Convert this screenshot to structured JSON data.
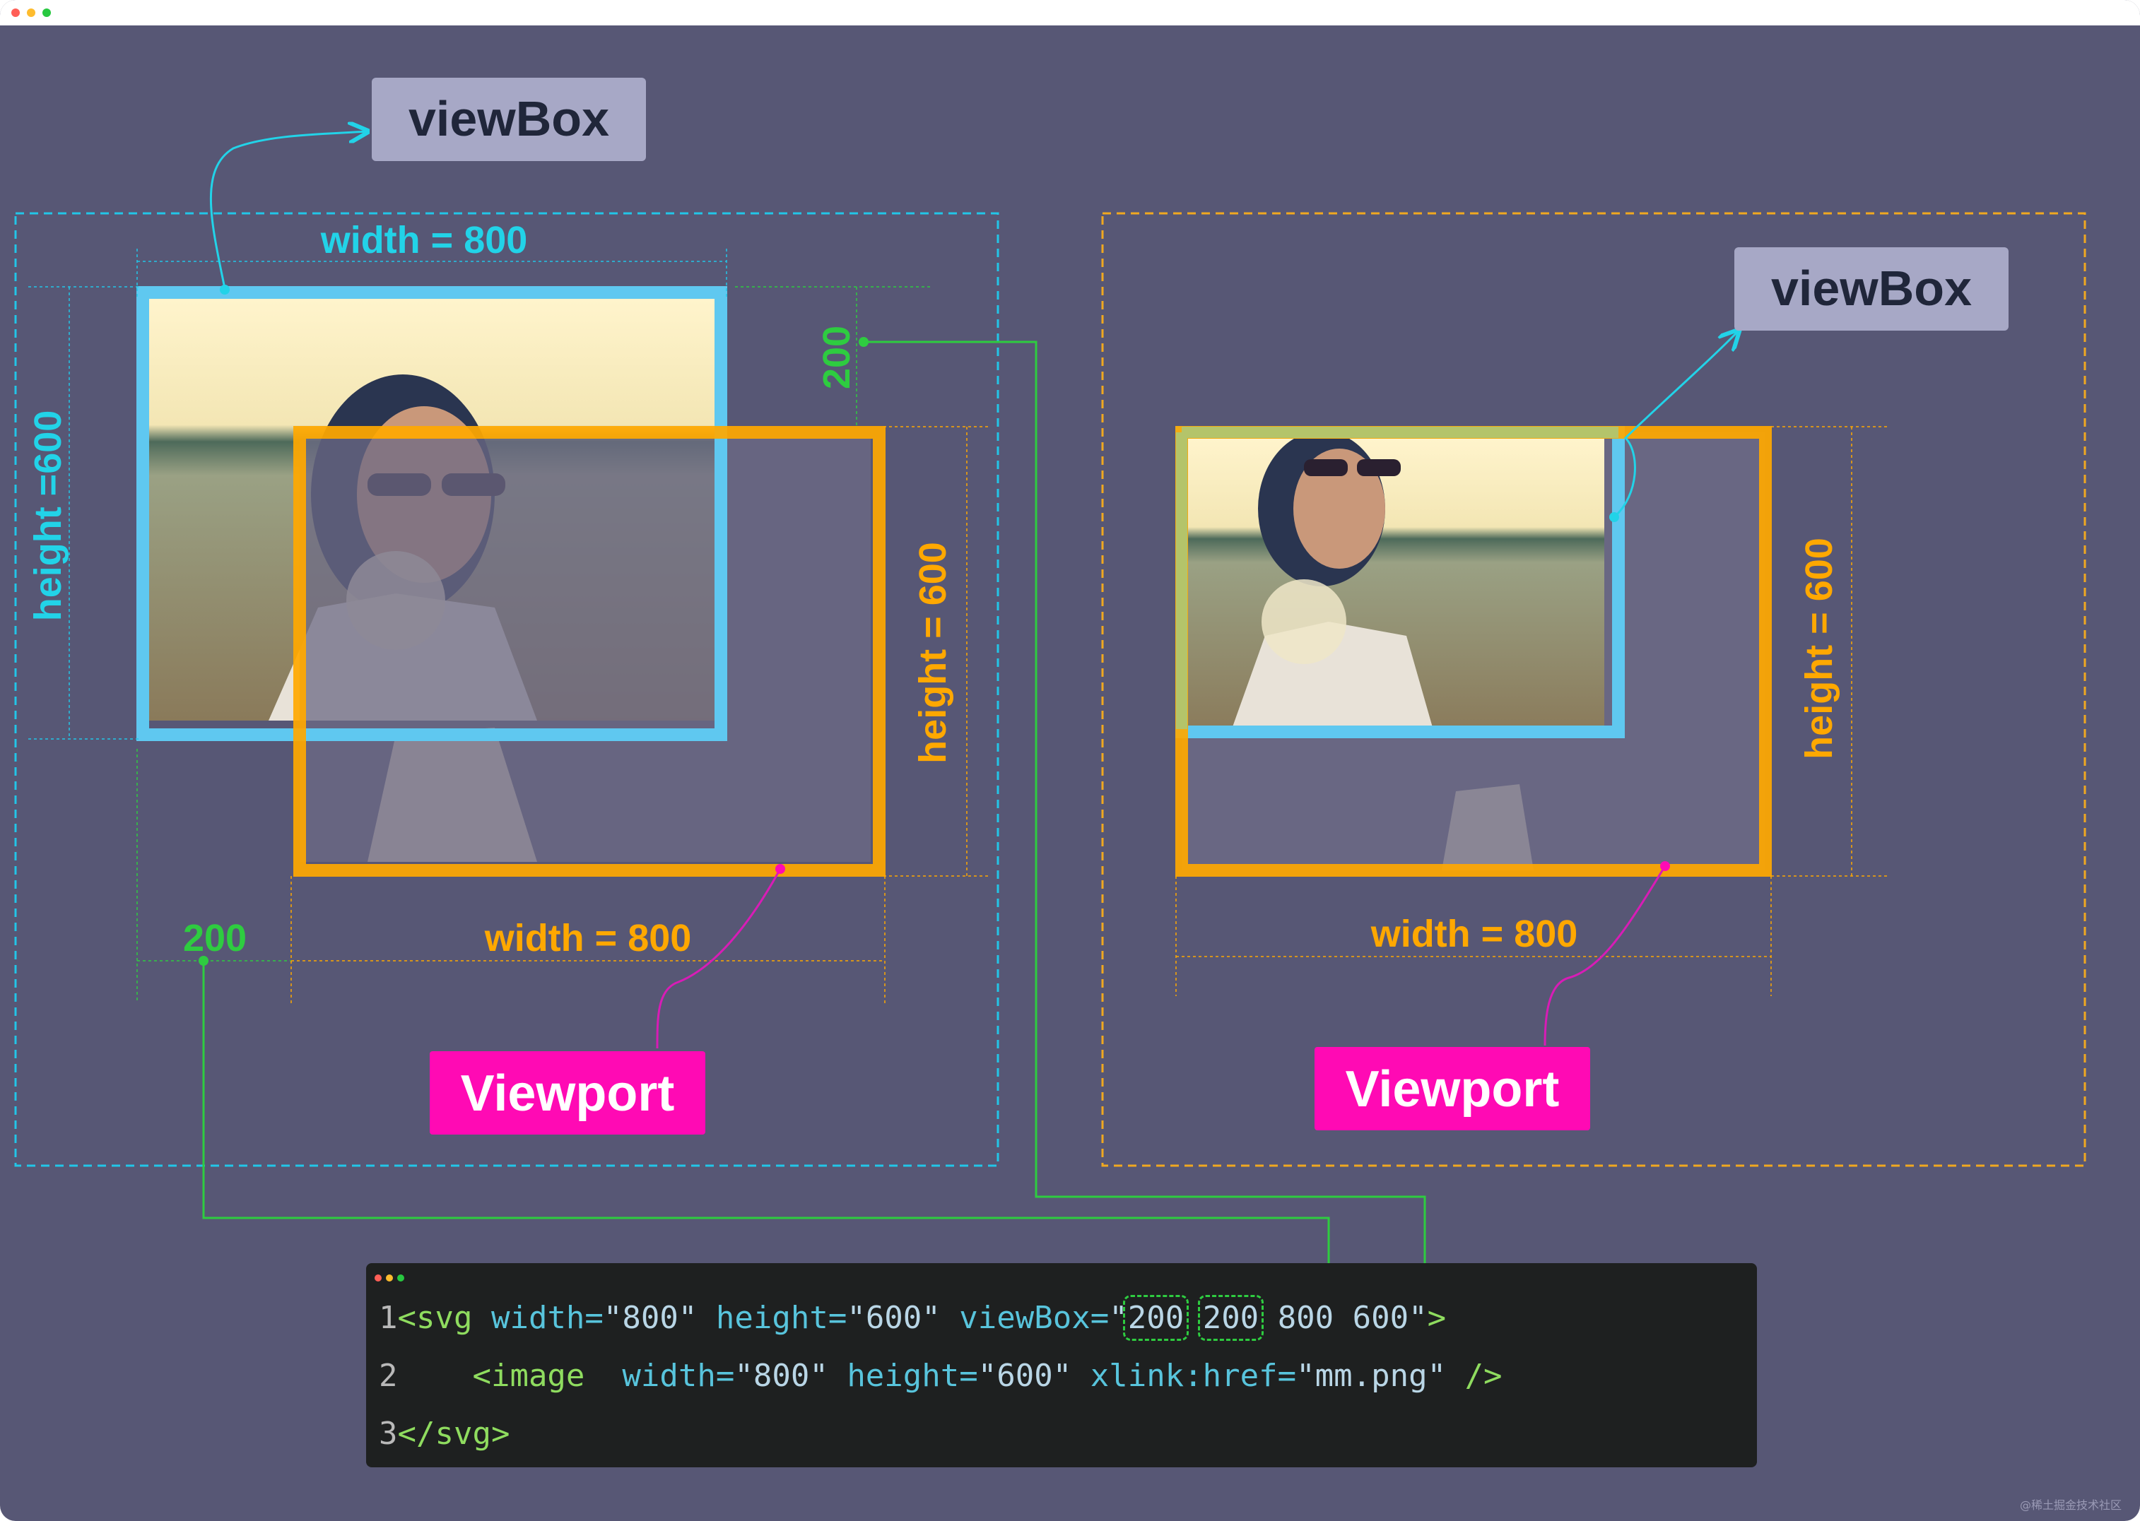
{
  "colors": {
    "background": "#575775",
    "viewbox_blue": "#5fc8f0",
    "viewport_orange": "#ffa800",
    "annotation_green": "#2ecc40",
    "annotation_cyan": "#22d3e8",
    "viewport_pink": "#ff0ab4",
    "label_box": "#a7a8c6"
  },
  "left_panel": {
    "viewbox_label": "viewBox",
    "viewbox_width_label": "width = 800",
    "viewbox_height_label": "height =600",
    "offset_y_label": "200",
    "offset_x_label": "200",
    "viewport_width_label": "width = 800",
    "viewport_height_label": "height = 600",
    "viewport_label": "Viewport"
  },
  "right_panel": {
    "viewbox_label": "viewBox",
    "viewport_width_label": "width = 800",
    "viewport_height_label": "height = 600",
    "viewport_label": "Viewport"
  },
  "code": {
    "line1": {
      "num": "1",
      "open": "<svg",
      "w_attr": "width",
      "w_val": "\"800\"",
      "h_attr": "height",
      "h_val": "\"600\"",
      "vb_attr": "viewBox",
      "vb_open": "\"",
      "vb_x": "200",
      "vb_y": "200",
      "vb_rest": "800 600\"",
      "close": ">"
    },
    "line2": {
      "num": "2",
      "open": "<image",
      "w_attr": "width",
      "w_val": "\"800\"",
      "h_attr": "height",
      "h_val": "\"600\"",
      "href_ns": "xlink",
      "href_attr": "href",
      "href_val": "\"mm.png\"",
      "close": "/>"
    },
    "line3": {
      "num": "3",
      "close": "</svg>"
    }
  },
  "watermark": "@稀土掘金技术社区"
}
